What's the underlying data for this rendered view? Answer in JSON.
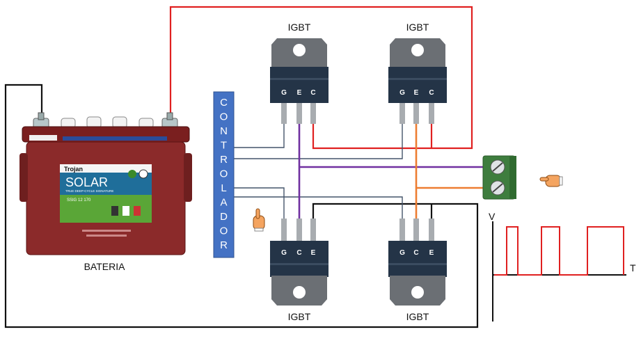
{
  "battery": {
    "label": "BATERIA",
    "brand": "Trojan",
    "product": "SOLAR",
    "tagline": "TRUE DEEP-CYCLE SIGNATURE",
    "model": "SSIG 12 170"
  },
  "controller": {
    "letters": [
      "C",
      "O",
      "N",
      "T",
      "R",
      "O",
      "L",
      "A",
      "D",
      "O",
      "R"
    ],
    "color": "#4472c4"
  },
  "igbts": [
    {
      "id": "top-left",
      "label": "IGBT",
      "pins": [
        "G",
        "E",
        "C"
      ]
    },
    {
      "id": "top-right",
      "label": "IGBT",
      "pins": [
        "G",
        "E",
        "C"
      ]
    },
    {
      "id": "bottom-left",
      "label": "IGBT",
      "pins": [
        "G",
        "C",
        "E"
      ]
    },
    {
      "id": "bottom-right",
      "label": "IGBT",
      "pins": [
        "G",
        "C",
        "E"
      ]
    }
  ],
  "waveform": {
    "y_axis_label": "V",
    "x_axis_label": "T"
  },
  "wire_colors": {
    "positive": "#e02020",
    "negative": "#111111",
    "gate": "#44546a",
    "output_a": "#7030a0",
    "output_b": "#ed7d31"
  }
}
